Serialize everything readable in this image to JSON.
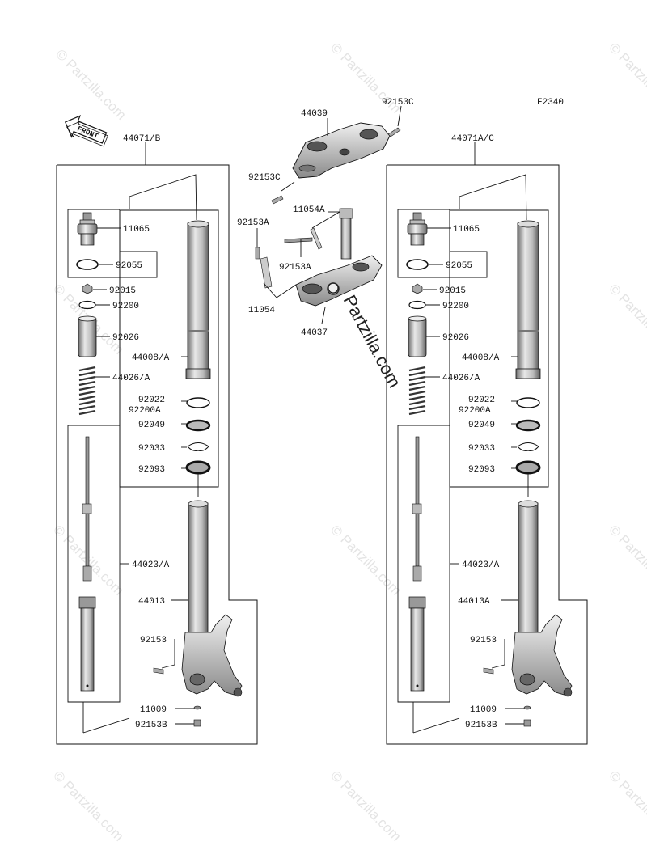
{
  "figure_code": "F2340",
  "front_label": "FRONT",
  "watermark": "Partzilla.com",
  "watermark_symbol": "©",
  "left_fork": {
    "assembly": "44071/B",
    "labels": [
      "11065",
      "92055",
      "92015",
      "92200",
      "92026",
      "44008/A",
      "44026/A",
      "92022",
      "92200A",
      "92049",
      "92033",
      "92093",
      "44023/A",
      "44013",
      "92153",
      "11009",
      "92153B"
    ]
  },
  "right_fork": {
    "assembly": "44071A/C",
    "labels": [
      "11065",
      "92055",
      "92015",
      "92200",
      "92026",
      "44008/A",
      "44026/A",
      "92022",
      "92200A",
      "92049",
      "92033",
      "92093",
      "44023/A",
      "44013A",
      "92153",
      "11009",
      "92153B"
    ]
  },
  "steering": {
    "labels": [
      "44039",
      "92153C",
      "92153C",
      "11054A",
      "92153A",
      "92153A",
      "11054",
      "44037"
    ]
  },
  "colors": {
    "line": "#111111",
    "part_fill": "#dcdcdc",
    "part_dark": "#8c8c8c",
    "watermark": "#e4e4e4"
  }
}
